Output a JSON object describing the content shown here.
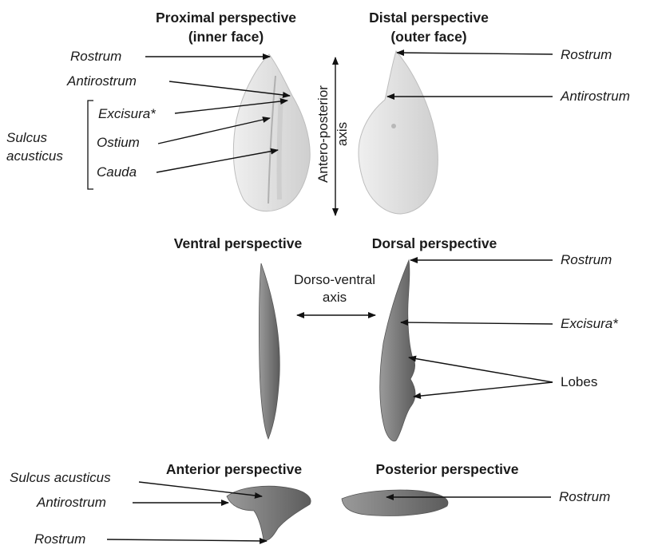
{
  "headings": {
    "proximal": [
      "Proximal perspective",
      "(inner face)"
    ],
    "distal": [
      "Distal perspective",
      "(outer face)"
    ],
    "ventral": "Ventral perspective",
    "dorsal": "Dorsal perspective",
    "anterior": "Anterior perspective",
    "posterior": "Posterior perspective"
  },
  "axes": {
    "antero_posterior": [
      "Antero-posterior",
      "axis"
    ],
    "dorso_ventral": [
      "Dorso-ventral",
      "axis"
    ]
  },
  "labels": {
    "rostrum": "Rostrum",
    "antirostrum": "Antirostrum",
    "excisura": "Excisura*",
    "ostium": "Ostium",
    "cauda": "Cauda",
    "sulcus_acusticus": [
      "Sulcus",
      "acusticus"
    ],
    "sulcus_acusticus_inline": "Sulcus acusticus",
    "lobes": "Lobes"
  },
  "colors": {
    "otolith_light": "#e4e4e4",
    "otolith_light_shadow": "#c9c9c9",
    "otolith_dark": "#7d7d7d",
    "otolith_dark_shadow": "#5f5f5f",
    "arrow": "#111111"
  }
}
